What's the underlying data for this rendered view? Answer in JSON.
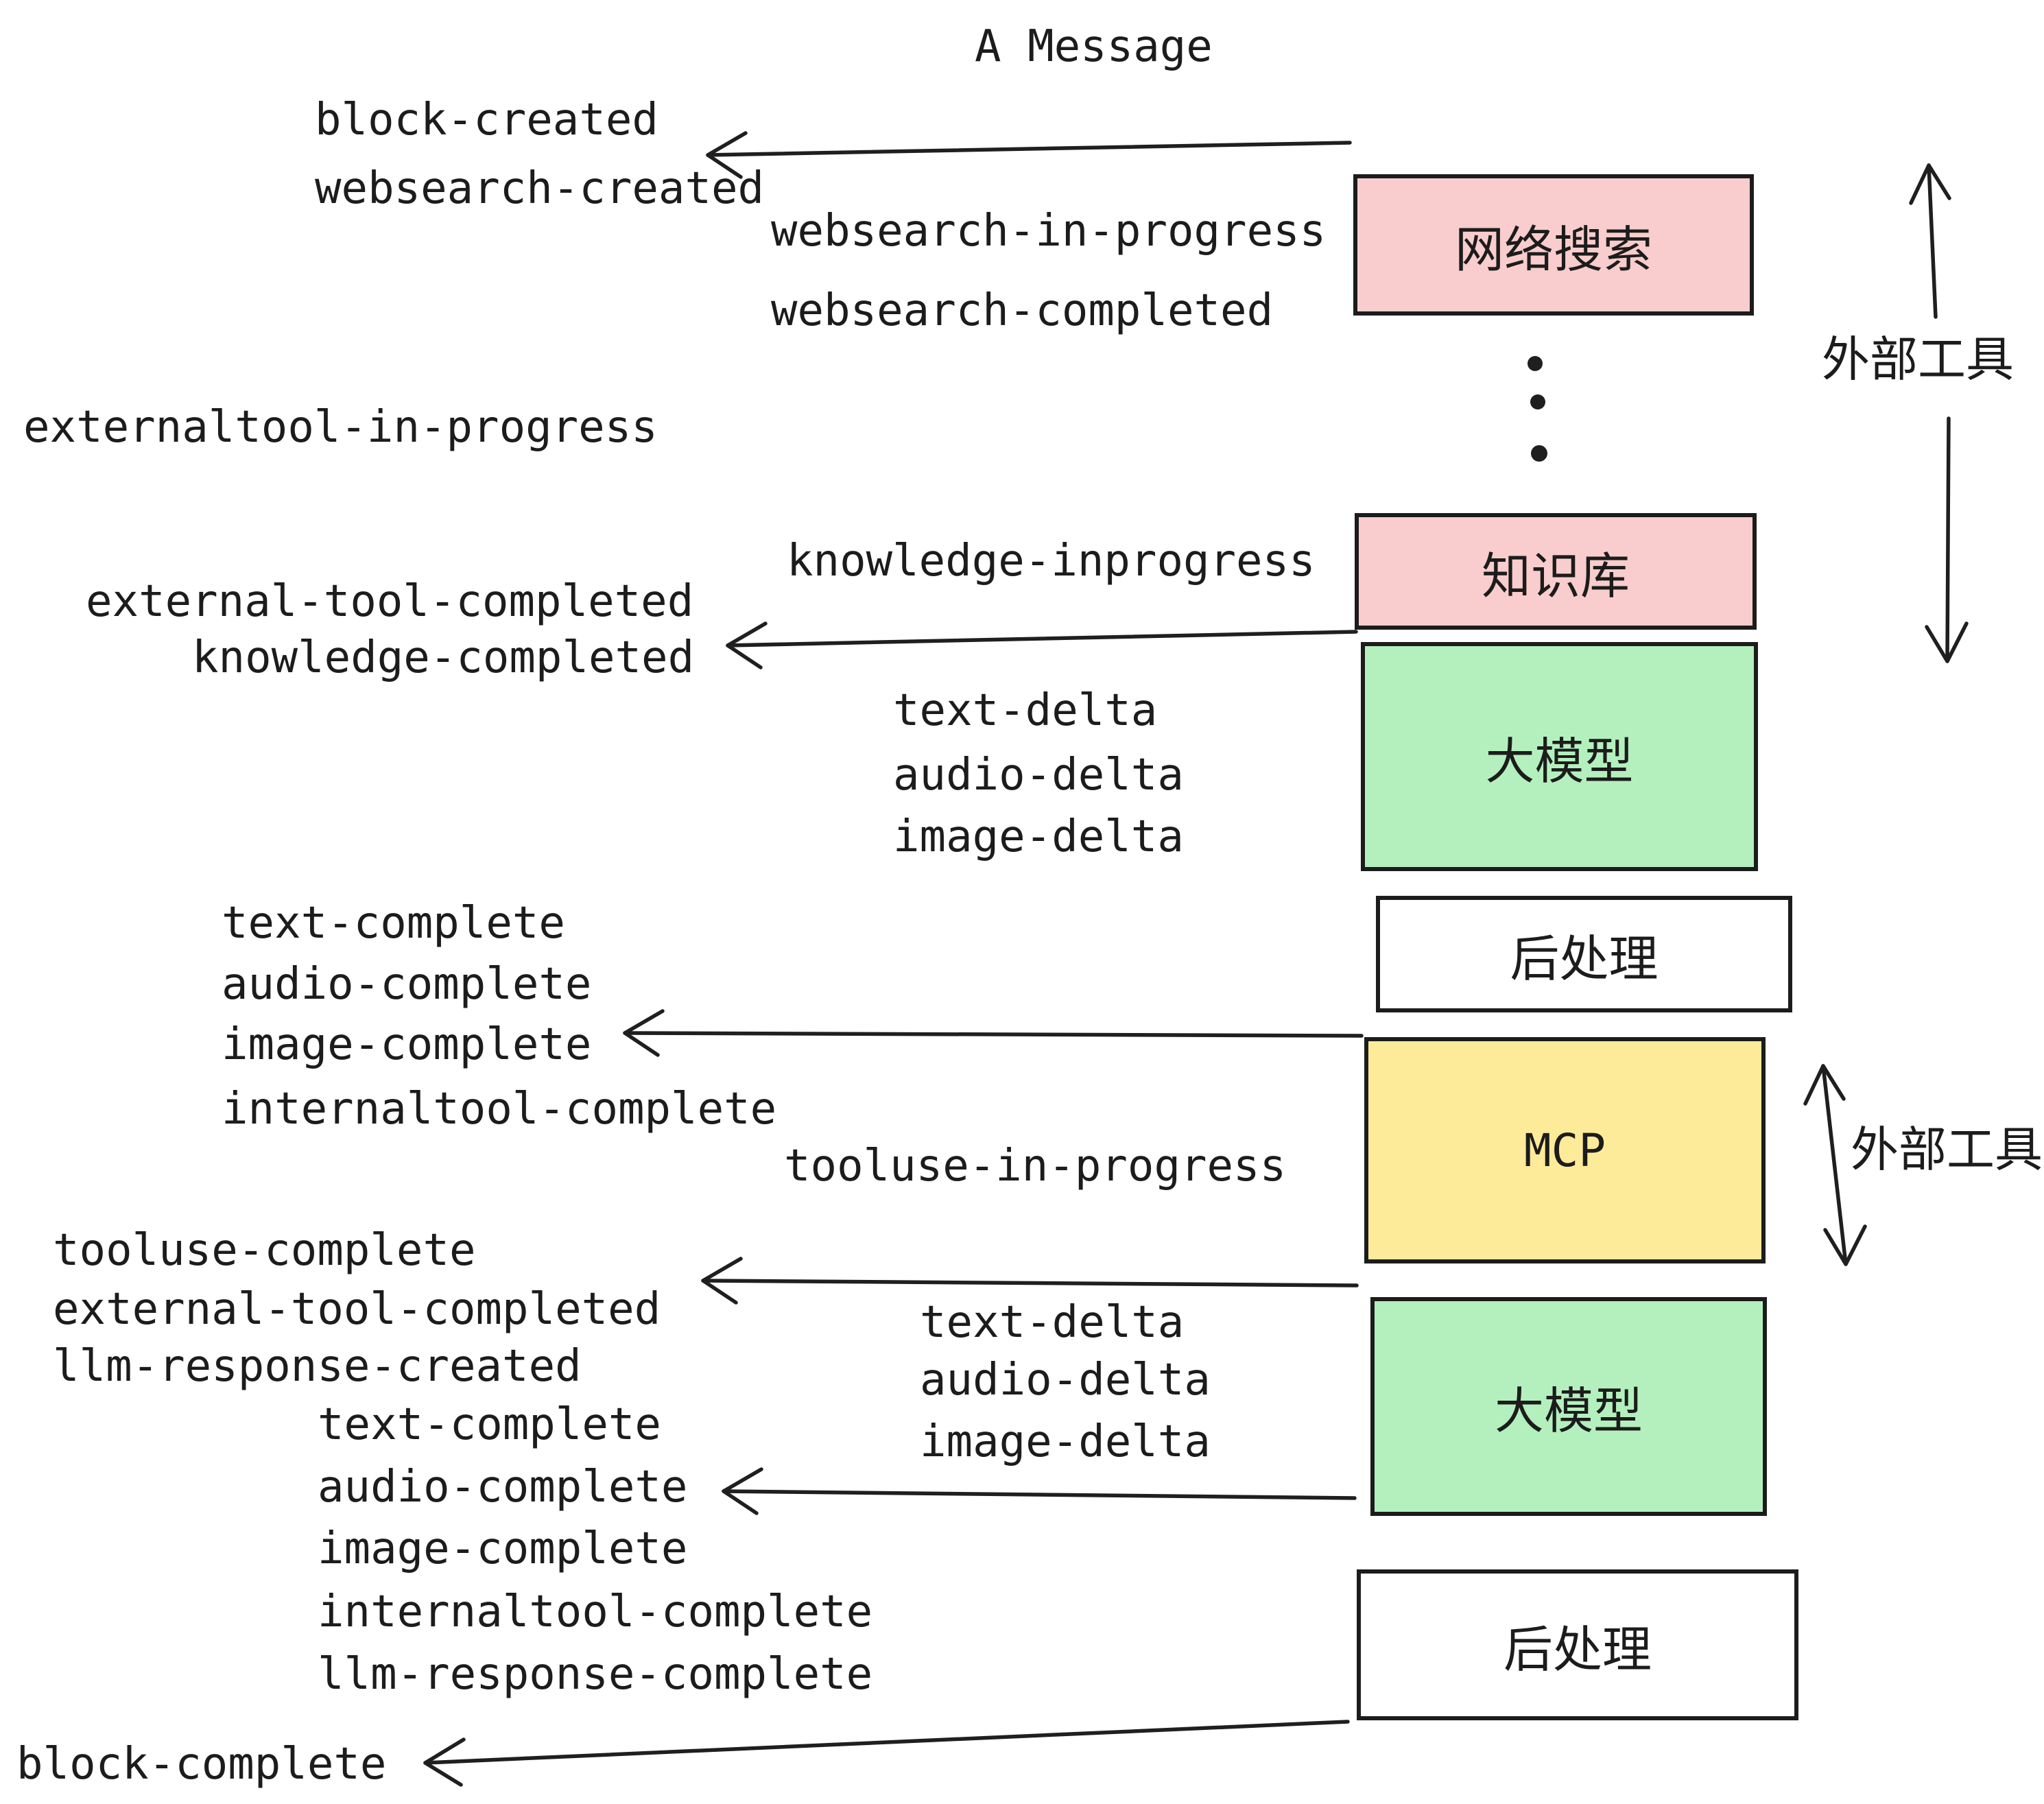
{
  "title": "A Message",
  "colors": {
    "pink": "#F9CDCD",
    "green": "#B4F0BE",
    "yellow": "#FEEB9A",
    "white": "#FFFFFF",
    "ink": "#1c1c1c"
  },
  "boxes": {
    "websearch": {
      "label": "网络搜索",
      "color": "#F9CDCD"
    },
    "knowledge": {
      "label": "知识库",
      "color": "#F9CDCD"
    },
    "llm1": {
      "label": "大模型",
      "color": "#B4F0BE"
    },
    "post1": {
      "label": "后处理",
      "color": "#FFFFFF"
    },
    "mcp": {
      "label": "MCP",
      "color": "#FEEB9A"
    },
    "llm2": {
      "label": "大模型",
      "color": "#B4F0BE"
    },
    "post2": {
      "label": "后处理",
      "color": "#FFFFFF"
    }
  },
  "side_labels": {
    "external_tools_top": "外部工具",
    "external_tools_bottom": "外部工具"
  },
  "events": [
    {
      "label": "block-created"
    },
    {
      "label": "websearch-created"
    },
    {
      "label": "websearch-in-progress"
    },
    {
      "label": "websearch-completed"
    },
    {
      "label": "externaltool-in-progress"
    },
    {
      "label": "knowledge-inprogress"
    },
    {
      "label": "external-tool-completed"
    },
    {
      "label": "knowledge-completed"
    },
    {
      "label": "text-delta"
    },
    {
      "label": "audio-delta"
    },
    {
      "label": "image-delta"
    },
    {
      "label": "text-complete"
    },
    {
      "label": "audio-complete"
    },
    {
      "label": "image-complete"
    },
    {
      "label": "internaltool-complete"
    },
    {
      "label": "tooluse-in-progress"
    },
    {
      "label": "tooluse-complete"
    },
    {
      "label": "external-tool-completed"
    },
    {
      "label": "llm-response-created"
    },
    {
      "label": "text-complete"
    },
    {
      "label": "audio-complete"
    },
    {
      "label": "image-complete"
    },
    {
      "label": "internaltool-complete"
    },
    {
      "label": "llm-response-complete"
    },
    {
      "label": "text-delta"
    },
    {
      "label": "audio-delta"
    },
    {
      "label": "image-delta"
    },
    {
      "label": "block-complete"
    }
  ]
}
